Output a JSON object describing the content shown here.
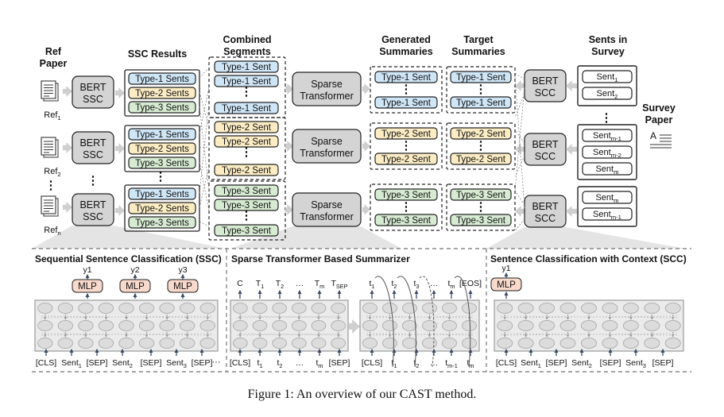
{
  "headers": {
    "ref_paper": [
      "Ref",
      "Paper"
    ],
    "ssc_results": "SSC Results",
    "combined_segments": [
      "Combined",
      "Segments"
    ],
    "generated_summaries": [
      "Generated",
      "Summaries"
    ],
    "target_summaries": [
      "Target",
      "Summaries"
    ],
    "sents_in_survey": [
      "Sents in",
      "Survey"
    ],
    "survey_paper": [
      "Survey",
      "Paper"
    ]
  },
  "refs": [
    {
      "label": "Ref",
      "sub": "1"
    },
    {
      "label": "Ref",
      "sub": "2"
    },
    {
      "label": "Ref",
      "sub": "n"
    }
  ],
  "bert_ssc": [
    "BERT",
    "SSC"
  ],
  "bert_scc": [
    "BERT",
    "SCC"
  ],
  "sparse_transformer": [
    "Sparse",
    "Transformer"
  ],
  "ssc_results": {
    "type1": "Type-1 Sents",
    "type2": "Type-2 Sents",
    "type3": "Type-3 Sents"
  },
  "segments": {
    "type1": "Type-1 Sent",
    "type2": "Type-2 Sent",
    "type3": "Type-3 Sent"
  },
  "ellipsis_v": "⋮",
  "survey_sents": {
    "top": [
      {
        "label": "Sent",
        "sub": "1"
      },
      {
        "label": "Sent",
        "sub": "2"
      }
    ],
    "mid": [
      {
        "label": "Sent",
        "sub": "m-1"
      },
      {
        "label": "Sent",
        "sub": "m-2"
      },
      {
        "label": "Sent",
        "sub": "m"
      }
    ],
    "bot": [
      {
        "label": "Sent",
        "sub": "m"
      },
      {
        "label": "Sent",
        "sub": "m-1"
      }
    ]
  },
  "panels": {
    "ssc_title": "Sequential Sentence Classification (SSC)",
    "sparse_title": "Sparse Transformer Based Summarizer",
    "scc_title": "Sentence Classification with Context (SCC)"
  },
  "mlp": "MLP",
  "ssc_panel": {
    "y_labels": [
      "y1",
      "y2",
      "y3"
    ],
    "tokens": [
      {
        "label": "[CLS]",
        "sub": ""
      },
      {
        "label": "Sent",
        "sub": "1"
      },
      {
        "label": "[SEP]",
        "sub": ""
      },
      {
        "label": "Sent",
        "sub": "2"
      },
      {
        "label": "[SEP]",
        "sub": ""
      },
      {
        "label": "Sent",
        "sub": "3"
      },
      {
        "label": "[SEP]",
        "sub": ""
      }
    ],
    "trailing": "···"
  },
  "sparse_panel": {
    "enc_top": [
      {
        "label": "C",
        "sub": ""
      },
      {
        "label": "T",
        "sub": "1"
      },
      {
        "label": "T",
        "sub": "2"
      },
      {
        "label": "…",
        "sub": ""
      },
      {
        "label": "T",
        "sub": "m"
      },
      {
        "label": "T",
        "sub": "SEP"
      }
    ],
    "enc_bottom": [
      {
        "label": "[CLS]",
        "sub": ""
      },
      {
        "label": "t",
        "sub": "1"
      },
      {
        "label": "t",
        "sub": "2"
      },
      {
        "label": "…",
        "sub": ""
      },
      {
        "label": "t",
        "sub": "m"
      },
      {
        "label": "[SEP]",
        "sub": ""
      }
    ],
    "dec_top": [
      {
        "label": "t",
        "sub": "1"
      },
      {
        "label": "t",
        "sub": "2"
      },
      {
        "label": "t",
        "sub": "3"
      },
      {
        "label": "…",
        "sub": ""
      },
      {
        "label": "t",
        "sub": "m"
      },
      {
        "label": "[EOS]",
        "sub": ""
      }
    ],
    "dec_bottom": [
      {
        "label": "[CLS]",
        "sub": ""
      },
      {
        "label": "t",
        "sub": "1"
      },
      {
        "label": "t",
        "sub": "2"
      },
      {
        "label": "…",
        "sub": ""
      },
      {
        "label": "t",
        "sub": "m-1"
      },
      {
        "label": "t",
        "sub": "m"
      }
    ]
  },
  "scc_panel": {
    "y_label": "y1",
    "tokens": [
      {
        "label": "[CLS]",
        "sub": ""
      },
      {
        "label": "Sent",
        "sub": "1"
      },
      {
        "label": "[SEP]",
        "sub": ""
      },
      {
        "label": "Sent",
        "sub": "2"
      },
      {
        "label": "[SEP]",
        "sub": ""
      },
      {
        "label": "Sent",
        "sub": "3"
      },
      {
        "label": "[SEP]",
        "sub": ""
      }
    ]
  },
  "caption": "Figure 1: An overview of our CAST method.",
  "colors": {
    "type1": "#cfe6f7",
    "type2": "#fbecc3",
    "type3": "#d6ebd2",
    "mlp": "#f8d9cc",
    "module": "#d4d4d4",
    "panel": "#ebebeb"
  }
}
